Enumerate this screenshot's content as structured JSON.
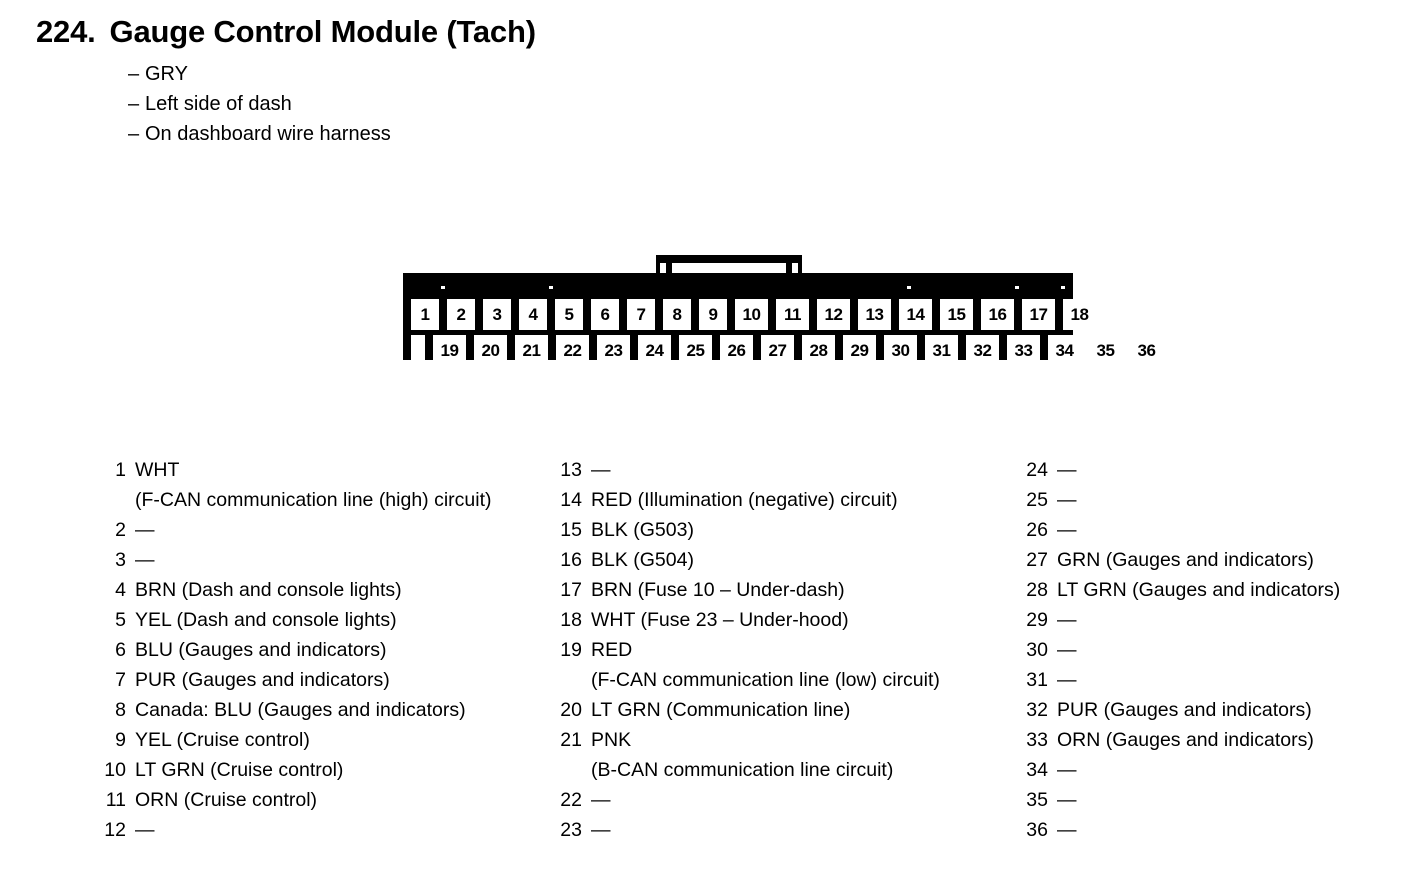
{
  "header": {
    "number": "224.",
    "title": "Gauge Control Module (Tach)",
    "bullets": [
      "GRY",
      "Left side of dash",
      "On dashboard wire harness"
    ],
    "bullet_dash": "–"
  },
  "connector": {
    "top_row": [
      "1",
      "2",
      "3",
      "4",
      "5",
      "6",
      "7",
      "8",
      "9",
      "10",
      "11",
      "12",
      "13",
      "14",
      "15",
      "16",
      "17",
      "18"
    ],
    "bottom_row": [
      "19",
      "20",
      "21",
      "22",
      "23",
      "24",
      "25",
      "26",
      "27",
      "28",
      "29",
      "30",
      "31",
      "32",
      "33",
      "34",
      "35",
      "36"
    ]
  },
  "legend": {
    "columns": [
      {
        "entries": [
          {
            "pin": "1",
            "desc": "WHT",
            "cont": "(F-CAN communication line (high) circuit)"
          },
          {
            "pin": "2",
            "desc": "—",
            "cont": ""
          },
          {
            "pin": "3",
            "desc": "—",
            "cont": ""
          },
          {
            "pin": "4",
            "desc": "BRN (Dash and console lights)",
            "cont": ""
          },
          {
            "pin": "5",
            "desc": "YEL (Dash and console lights)",
            "cont": ""
          },
          {
            "pin": "6",
            "desc": "BLU (Gauges and indicators)",
            "cont": ""
          },
          {
            "pin": "7",
            "desc": "PUR (Gauges and indicators)",
            "cont": ""
          },
          {
            "pin": "8",
            "desc": "Canada: BLU (Gauges and indicators)",
            "cont": ""
          },
          {
            "pin": "9",
            "desc": "YEL (Cruise control)",
            "cont": ""
          },
          {
            "pin": "10",
            "desc": "LT GRN (Cruise control)",
            "cont": ""
          },
          {
            "pin": "11",
            "desc": "ORN (Cruise control)",
            "cont": ""
          },
          {
            "pin": "12",
            "desc": "—",
            "cont": ""
          }
        ]
      },
      {
        "entries": [
          {
            "pin": "13",
            "desc": "—",
            "cont": ""
          },
          {
            "pin": "14",
            "desc": "RED (Illumination (negative) circuit)",
            "cont": ""
          },
          {
            "pin": "15",
            "desc": "BLK (G503)",
            "cont": ""
          },
          {
            "pin": "16",
            "desc": "BLK (G504)",
            "cont": ""
          },
          {
            "pin": "17",
            "desc": "BRN (Fuse 10 – Under-dash)",
            "cont": ""
          },
          {
            "pin": "18",
            "desc": "WHT (Fuse 23 – Under-hood)",
            "cont": ""
          },
          {
            "pin": "19",
            "desc": "RED",
            "cont": "(F-CAN communication line (low) circuit)"
          },
          {
            "pin": "20",
            "desc": "LT GRN (Communication line)",
            "cont": ""
          },
          {
            "pin": "21",
            "desc": "PNK",
            "cont": "(B-CAN communication line circuit)"
          },
          {
            "pin": "22",
            "desc": "—",
            "cont": ""
          },
          {
            "pin": "23",
            "desc": "—",
            "cont": ""
          }
        ]
      },
      {
        "entries": [
          {
            "pin": "24",
            "desc": "—",
            "cont": ""
          },
          {
            "pin": "25",
            "desc": "—",
            "cont": ""
          },
          {
            "pin": "26",
            "desc": "—",
            "cont": ""
          },
          {
            "pin": "27",
            "desc": "GRN (Gauges and indicators)",
            "cont": ""
          },
          {
            "pin": "28",
            "desc": "LT GRN (Gauges and indicators)",
            "cont": ""
          },
          {
            "pin": "29",
            "desc": "—",
            "cont": ""
          },
          {
            "pin": "30",
            "desc": "—",
            "cont": ""
          },
          {
            "pin": "31",
            "desc": "—",
            "cont": ""
          },
          {
            "pin": "32",
            "desc": "PUR (Gauges and indicators)",
            "cont": ""
          },
          {
            "pin": "33",
            "desc": "ORN (Gauges and indicators)",
            "cont": ""
          },
          {
            "pin": "34",
            "desc": "—",
            "cont": ""
          },
          {
            "pin": "35",
            "desc": "—",
            "cont": ""
          },
          {
            "pin": "36",
            "desc": "—",
            "cont": ""
          }
        ]
      }
    ]
  },
  "colors": {
    "ink": "#000000",
    "paper": "#ffffff"
  }
}
